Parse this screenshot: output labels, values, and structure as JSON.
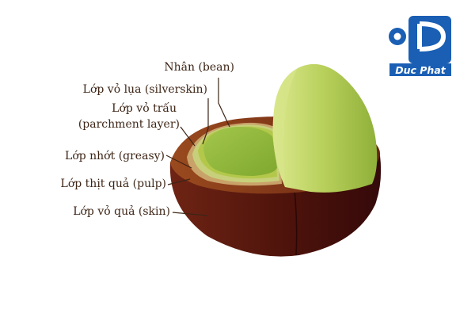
{
  "diagram": {
    "labels": {
      "bean": "Nhân (bean)",
      "silverskin": "Lớp vỏ lụa (silverskin)",
      "parchment_line1": "Lớp vỏ trấu",
      "parchment_line2": "(parchment layer)",
      "greasy": "Lớp nhớt (greasy)",
      "pulp": "Lớp thịt quả (pulp)",
      "skin": "Lớp vỏ quả (skin)"
    }
  },
  "logo": {
    "text": "Duc Phat",
    "color": "#1a5fb4"
  },
  "colors": {
    "skin": "#5a1a10",
    "pulp": "#8a3a1a",
    "greasy": "#c9a26a",
    "parchment": "#c7cf7a",
    "silverskin": "#b3c84a",
    "bean": "#8eb83a",
    "bean_light": "#cfe07a",
    "label_text": "#3d2516"
  }
}
